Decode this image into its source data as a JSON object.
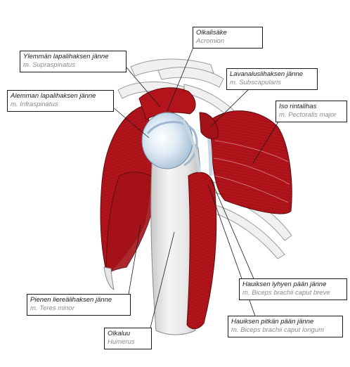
{
  "colors": {
    "muscle": "#b3141b",
    "muscle_dark": "#7d0c10",
    "muscle_light": "#d9333a",
    "bone": "#eeeeee",
    "bone_outline": "#8c8c8c",
    "tendon": "#dfe9f2",
    "label_latin": "#8a8a8a",
    "label_text": "#1a1a1a"
  },
  "labels": [
    {
      "id": "acromion",
      "fi": "Olkalisäke",
      "la": "Acromion"
    },
    {
      "id": "supraspinatus",
      "fi": "Ylemmän lapalihaksen jänne",
      "la": "m. Supraspinatus"
    },
    {
      "id": "subscapularis",
      "fi": "Lavanaluslihaksen jänne",
      "la": "m. Subscapularis"
    },
    {
      "id": "infraspinatus",
      "fi": "Alemman lapalihaksen jänne",
      "la": "m. Infraspinatus"
    },
    {
      "id": "pectoralis",
      "fi": "Iso rintalihas",
      "la": "m. Pectoralis major"
    },
    {
      "id": "biceps-short",
      "fi": "Hauiksen lyhyen pään jänne",
      "la": "m. Biceps brachii caput breve"
    },
    {
      "id": "teres-minor",
      "fi": "Pienen liereälihaksen jänne",
      "la": "m. Teres minor"
    },
    {
      "id": "biceps-long",
      "fi": "Hauiksen pitkän pään jänne",
      "la": "m. Biceps brachii caput longum"
    },
    {
      "id": "humerus",
      "fi": "Olkaluu",
      "la": "Humerus"
    }
  ]
}
